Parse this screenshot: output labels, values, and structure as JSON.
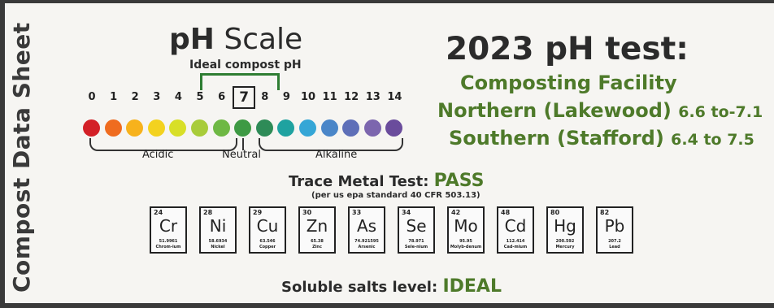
{
  "side_title": "Compost Data Sheet",
  "ph_scale": {
    "title_bold": "pH",
    "title_rest": " Scale",
    "ideal_label": "Ideal compost pH",
    "numbers": [
      "0",
      "1",
      "2",
      "3",
      "4",
      "5",
      "6",
      "7",
      "8",
      "9",
      "10",
      "11",
      "12",
      "13",
      "14"
    ],
    "highlight": "7",
    "colors": [
      "#d32027",
      "#ef6c1f",
      "#f7b21c",
      "#f3d21f",
      "#d8df28",
      "#a8cc3a",
      "#6eb844",
      "#3e9a44",
      "#2e8b57",
      "#1fa2a0",
      "#35a6d6",
      "#4a86c8",
      "#5e6fb8",
      "#7c66ae",
      "#6a4c9c"
    ],
    "acidic_label": "Acidic",
    "neutral_label": "Neutral",
    "alkaline_label": "Alkaline"
  },
  "test": {
    "title": "2023 pH test:",
    "facility": "Composting Facility",
    "north_label": "Northern (Lakewood)",
    "north_value": "6.6 to-7.1",
    "south_label": "Southern (Stafford)",
    "south_value": "6.4 to 7.5"
  },
  "trace": {
    "label": "Trace Metal Test:",
    "result": "PASS",
    "sub": "(per us epa standard 40 CFR 503.13)"
  },
  "elements": [
    {
      "z": "24",
      "sym": "Cr",
      "mass": "51.9961",
      "name": "Chrom-ium"
    },
    {
      "z": "28",
      "sym": "Ni",
      "mass": "58.6934",
      "name": "Nickel"
    },
    {
      "z": "29",
      "sym": "Cu",
      "mass": "63.546",
      "name": "Copper"
    },
    {
      "z": "30",
      "sym": "Zn",
      "mass": "65.38",
      "name": "Zinc"
    },
    {
      "z": "33",
      "sym": "As",
      "mass": "74.921595",
      "name": "Arsenic"
    },
    {
      "z": "34",
      "sym": "Se",
      "mass": "78.971",
      "name": "Sele-nium"
    },
    {
      "z": "42",
      "sym": "Mo",
      "mass": "95.95",
      "name": "Molyb-denum"
    },
    {
      "z": "48",
      "sym": "Cd",
      "mass": "112.414",
      "name": "Cad-mium"
    },
    {
      "z": "80",
      "sym": "Hg",
      "mass": "200.592",
      "name": "Mercury"
    },
    {
      "z": "82",
      "sym": "Pb",
      "mass": "207.2",
      "name": "Lead"
    }
  ],
  "salts": {
    "label": "Soluble salts level:",
    "value": "IDEAL"
  }
}
